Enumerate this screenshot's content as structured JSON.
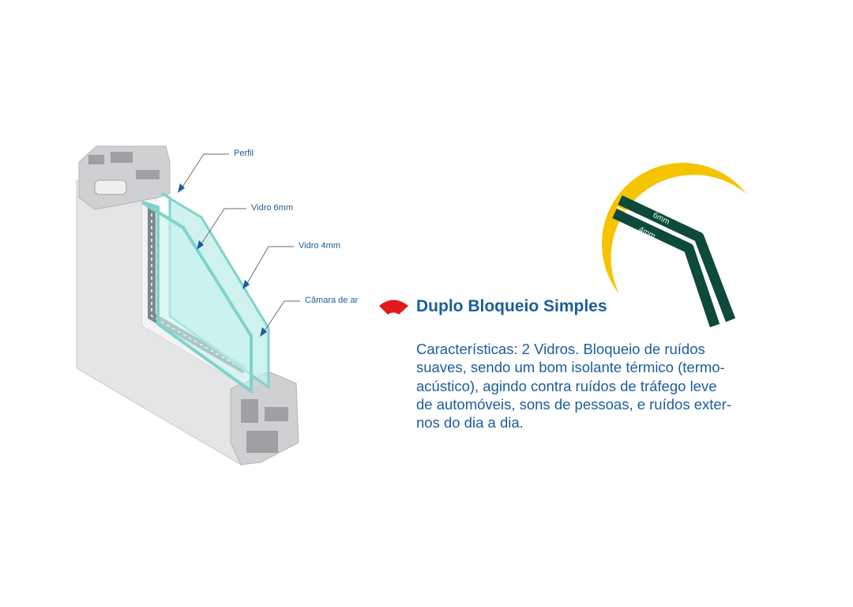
{
  "labels": {
    "perfil": "Perfil",
    "vidro6": "Vidro 6mm",
    "vidro4": "Vidro 4mm",
    "camara": "Câmara de ar"
  },
  "title": "Duplo Bloqueio Simples",
  "description_lines": [
    "Características: 2 Vidros. Bloqueio de ruídos",
    "suaves, sendo um bom isolante térmico (termo-",
    "acústico), agindo contra ruídos de tráfego leve",
    "de automóveis, sons de pessoas, e ruídos exter-",
    "nos do dia a dia."
  ],
  "glass_tags": {
    "outer": "6mm",
    "inner": "4mm"
  },
  "colors": {
    "text": "#1b5d9d",
    "accent_red": "#e3191b",
    "crescent": "#f5c400",
    "glass_green": "#0d4a3b",
    "glass": "#a8e6e0"
  }
}
